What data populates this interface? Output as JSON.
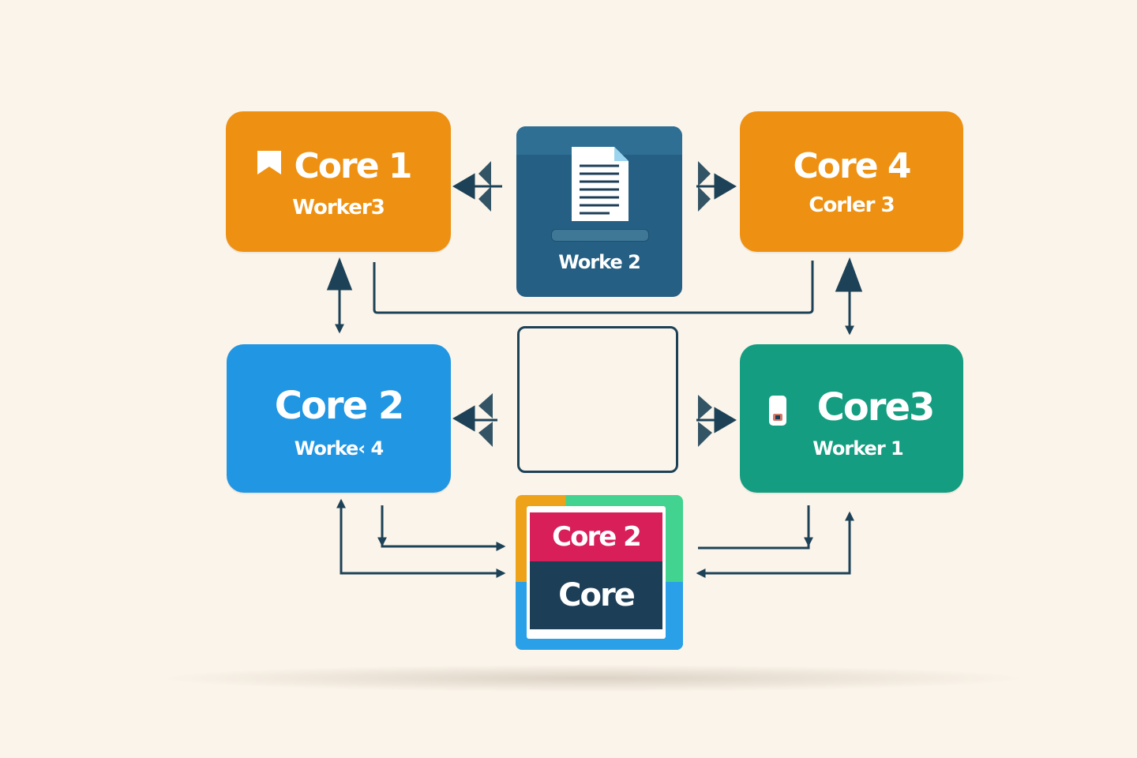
{
  "nodes": {
    "core1": {
      "title": "Core 1",
      "subtitle": "Worker3",
      "color": "#ee9112",
      "icon": "bookmark-flag-icon"
    },
    "core4": {
      "title": "Core 4",
      "subtitle": "Corler 3",
      "color": "#ee9112"
    },
    "core2": {
      "title": "Core 2",
      "subtitle": "Worke‹ 4",
      "color": "#2196e3"
    },
    "core3": {
      "title": "Core3",
      "subtitle": "Worker 1",
      "color": "#149d80",
      "icon": "memory-chip-icon"
    },
    "worker2": {
      "subtitle": "Worke 2",
      "color": "#255f84",
      "icon": "document-icon"
    },
    "center": {
      "color": "#1d4257"
    },
    "stack": {
      "top_label": "Core 2",
      "bottom_label": "Core",
      "top_color": "#d81f5a",
      "bottom_color": "#1d3e57"
    }
  },
  "connector_color": "#1d4257"
}
